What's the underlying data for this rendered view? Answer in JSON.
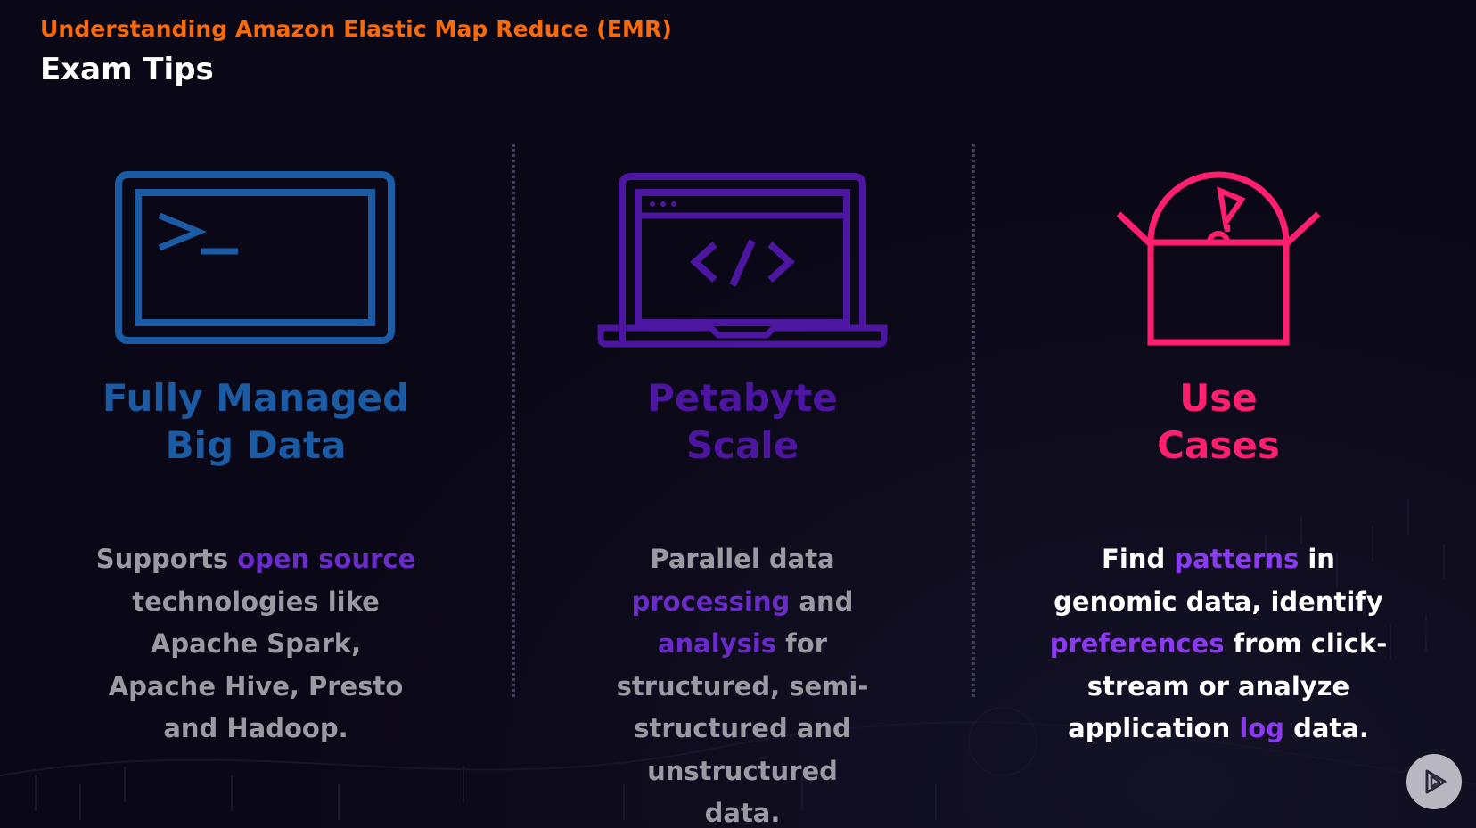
{
  "header": {
    "module_title": "Understanding Amazon Elastic Map Reduce (EMR)",
    "slide_title": "Exam Tips"
  },
  "colors": {
    "module_title": "#f96a0b",
    "blue": "#1a5ba3",
    "purple": "#4c16a0",
    "pink": "#ff1f6e",
    "highlight_dim": "#6a2cc8",
    "highlight_bright": "#8a3bf0",
    "text_gray": "#9b9aa3",
    "text_white": "#ffffff"
  },
  "columns": [
    {
      "icon": "terminal-icon",
      "title_lines": [
        "Fully Managed",
        "Big Data"
      ],
      "body": [
        {
          "text": "Supports ",
          "hl": false
        },
        {
          "text": "open source",
          "hl": true
        },
        {
          "text": " technologies like Apache Spark, Apache Hive, Presto and Hadoop.",
          "hl": false
        }
      ]
    },
    {
      "icon": "laptop-code-icon",
      "title_lines": [
        "Petabyte",
        "Scale"
      ],
      "body": [
        {
          "text": "Parallel data ",
          "hl": false
        },
        {
          "text": "processing",
          "hl": true
        },
        {
          "text": " and ",
          "hl": false
        },
        {
          "text": "analysis",
          "hl": true
        },
        {
          "text": " for structured, semi-structured and unstructured data.",
          "hl": false
        }
      ]
    },
    {
      "icon": "box-chart-icon",
      "title_lines": [
        "Use",
        "Cases"
      ],
      "body": [
        {
          "text": "Find ",
          "hl": false
        },
        {
          "text": "patterns",
          "hl": true
        },
        {
          "text": " in genomic data, identify ",
          "hl": false
        },
        {
          "text": "preferences",
          "hl": true
        },
        {
          "text": " from click-stream or analyze application ",
          "hl": false
        },
        {
          "text": "log",
          "hl": true
        },
        {
          "text": " data.",
          "hl": false
        }
      ]
    }
  ],
  "controls": {
    "play_icon": "play-icon"
  }
}
